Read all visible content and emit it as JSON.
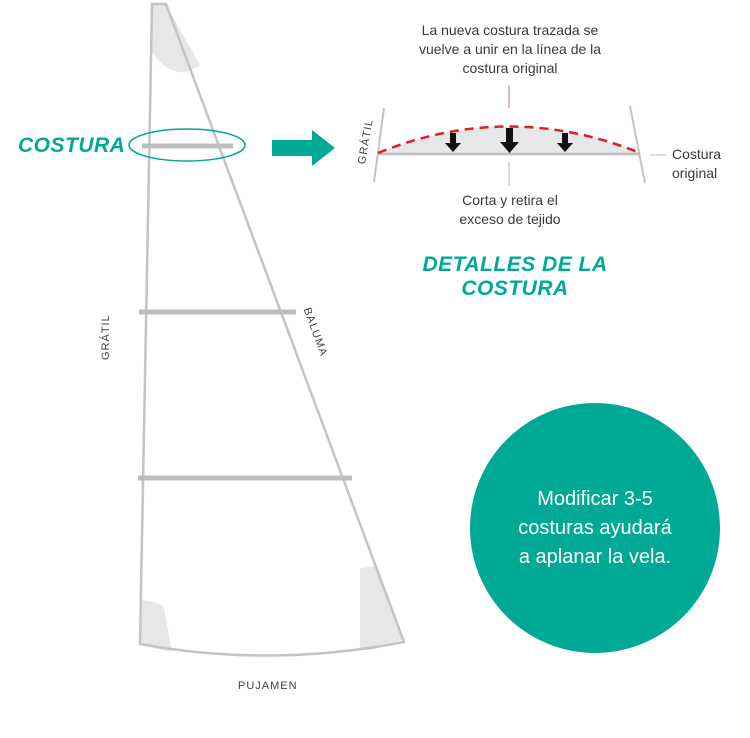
{
  "labels": {
    "seam_callout": "COSTURA",
    "luff_sail": "GRÁTIL",
    "leech": "BALUMA",
    "foot": "PUJAMEN",
    "luff_detail": "GRÁTIL",
    "new_seam_note": "La nueva costura trazada se vuelve a unir en la línea de la costura original",
    "original_seam": "Costura original",
    "cut_note": "Corta y retira el exceso de tejido",
    "detail_title": "DETALLES DE LA COSTURA",
    "circle_text": "Modificar 3-5 costuras ayudará a aplanar la vela."
  },
  "colors": {
    "accent": "#00a896",
    "dashed_line": "#d9202a",
    "sail_outline": "#c4c4c4",
    "patch_fill": "#e6e7e8"
  }
}
